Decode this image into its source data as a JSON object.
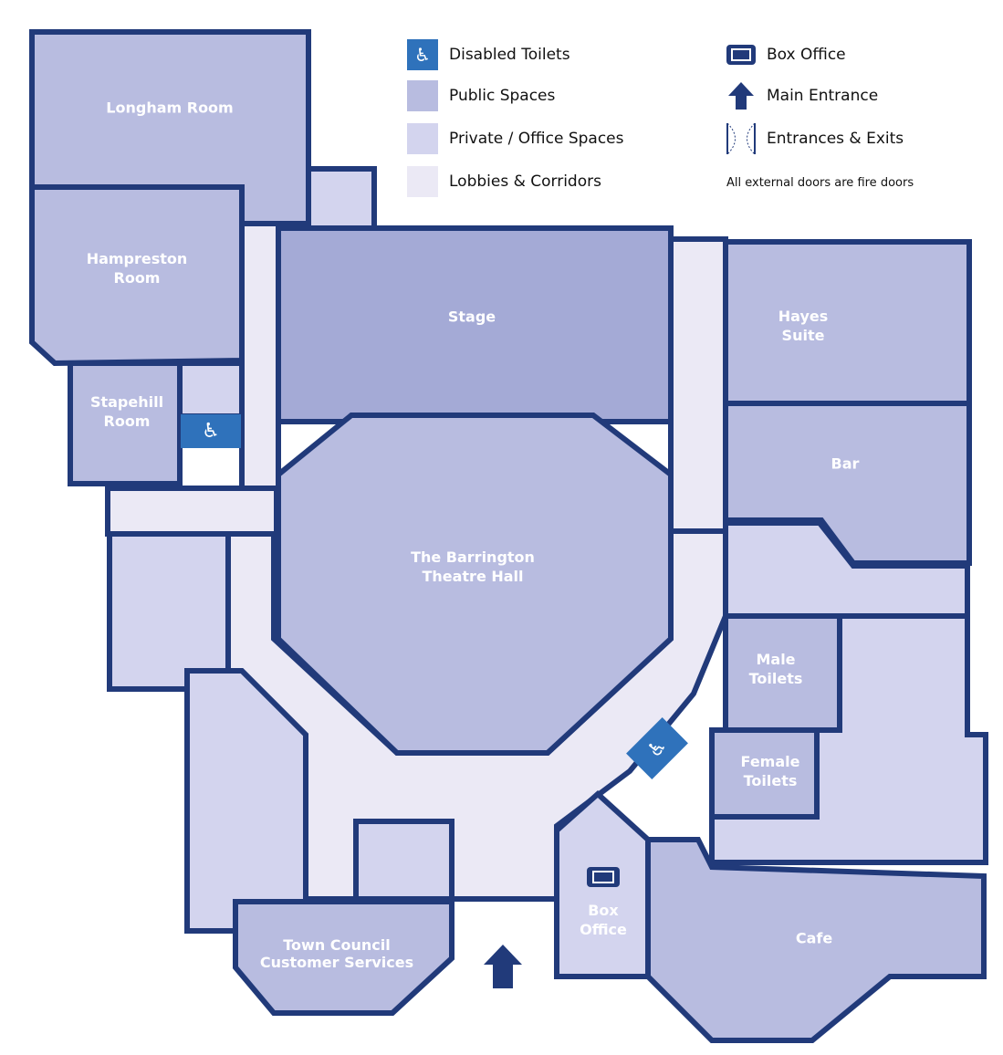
{
  "legend": {
    "disabled_toilets": "Disabled Toilets",
    "public_spaces": "Public Spaces",
    "private_spaces": "Private / Office Spaces",
    "lobbies": "Lobbies & Corridors",
    "box_office": "Box Office",
    "main_entrance": "Main Entrance",
    "entrances_exits": "Entrances & Exits",
    "note": "All external doors are fire doors"
  },
  "rooms": {
    "longham": "Longham Room",
    "hampreston": "Hampreston Room",
    "stapehill": "Stapehill Room",
    "stage": "Stage",
    "theatre": "The Barrington Theatre Hall",
    "hayes": "Hayes Suite",
    "bar": "Bar",
    "male": "Male Toilets",
    "female": "Female Toilets",
    "box_office": "Box Office",
    "cafe": "Cafe",
    "town_council": "Town Council Customer Services"
  },
  "icons": {
    "disabled": "♿"
  },
  "colors": {
    "wall": "#213a7a",
    "public": "#b8bce0",
    "private": "#d3d4ee",
    "lobby": "#ebe9f5",
    "stage": "#a4aad6",
    "disabled": "#2f72bb"
  }
}
